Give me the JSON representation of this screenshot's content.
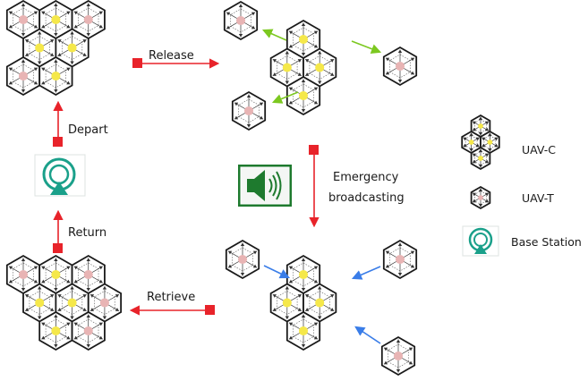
{
  "labels": {
    "release": "Release",
    "depart": "Depart",
    "return": "Return",
    "retrieve": "Retrieve",
    "emergency_line1": "Emergency",
    "emergency_line2": "broadcasting"
  },
  "legend": {
    "uav_c": "UAV-C",
    "uav_t": "UAV-T",
    "base_station": "Base Station"
  },
  "colors": {
    "hex_stroke": "#1a1a1a",
    "uav_c_center": "#f5e84a",
    "uav_t_center": "#e8b4b4",
    "red_arrow": "#e8232a",
    "green_arrow": "#7cc820",
    "blue_arrow": "#3a7de8",
    "speaker_frame": "#1e7a2e",
    "base_teal": "#1aa08a"
  },
  "icons": {
    "speaker": "speaker-icon",
    "base_station": "base-station-icon"
  }
}
